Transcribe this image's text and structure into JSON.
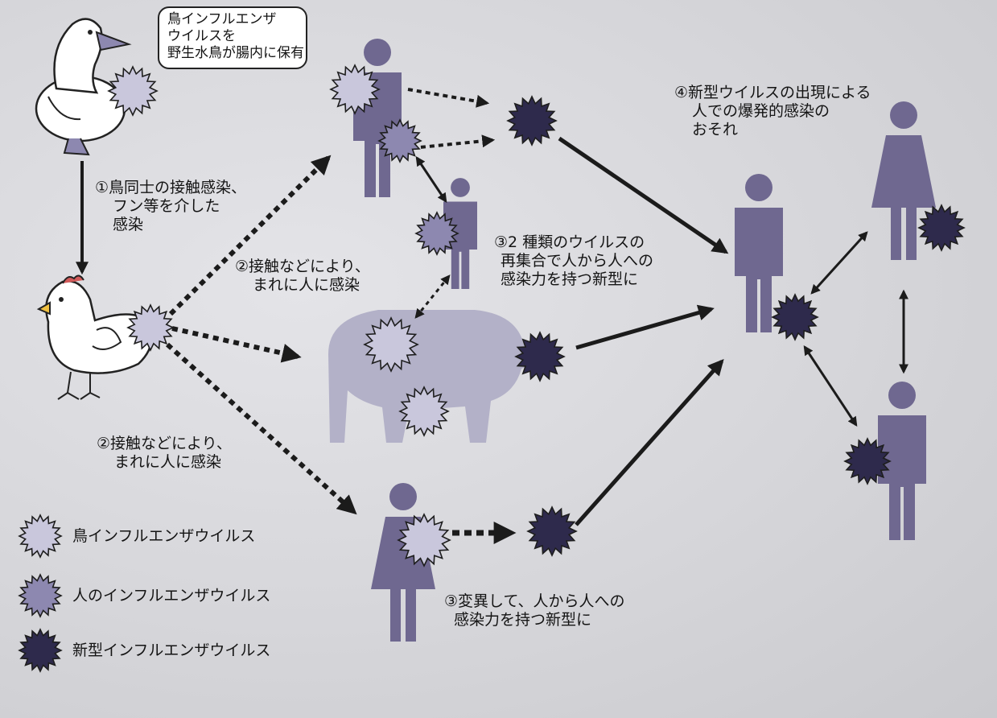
{
  "callout": {
    "lines": [
      "鳥インフルエンザ",
      "ウイルスを",
      "野生水鳥が腸内に保有"
    ]
  },
  "annotations": {
    "step1": [
      "①鳥同士の接触感染、",
      "フン等を介した",
      "感染"
    ],
    "step2_upper": [
      "②接触などにより、",
      "まれに人に感染"
    ],
    "step2_lower": [
      "②接触などにより、",
      "まれに人に感染"
    ],
    "step3_reassort": [
      "③2 種類のウイルスの",
      "再集合で人から人への",
      "感染力を持つ新型に"
    ],
    "step3_mutate": [
      "③変異して、人から人への",
      "感染力を持つ新型に"
    ],
    "step4": [
      "④新型ウイルスの出現による",
      "人での爆発的感染の",
      "おそれ"
    ]
  },
  "legend": [
    {
      "label": "鳥インフルエンザウイルス",
      "kind": "avian",
      "color": "#c9c7dc"
    },
    {
      "label": "人のインフルエンザウイルス",
      "kind": "human",
      "color": "#8d88b0"
    },
    {
      "label": "新型インフルエンザウイルス",
      "kind": "novel",
      "color": "#2e2a4c"
    }
  ],
  "colors": {
    "figure": "#6f6890",
    "pig": "#b3b1c8",
    "arrow": "#1b1b1b",
    "avian_virus": "#c9c7dc",
    "human_virus": "#8d88b0",
    "novel_virus": "#2e2a4c"
  }
}
